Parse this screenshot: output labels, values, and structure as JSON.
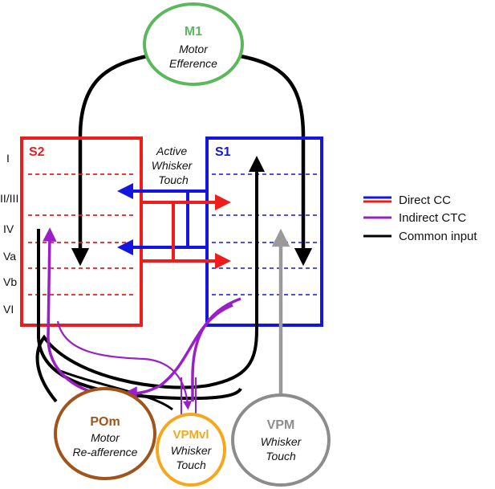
{
  "nodes": {
    "m1": {
      "name": "M1",
      "line1": "Motor",
      "line2": "Efference",
      "color": "#5cb85c"
    },
    "s2": {
      "name": "S2",
      "color": "#ee1c1c"
    },
    "s1": {
      "name": "S1",
      "color": "#1515e0"
    },
    "pom": {
      "name": "POm",
      "line1": "Motor",
      "line2": "Re-afference",
      "color": "#a0541c"
    },
    "vpmvl": {
      "name": "VPMvl",
      "line1": "Whisker",
      "line2": "Touch",
      "color": "#f5a81c"
    },
    "vpm": {
      "name": "VPM",
      "line1": "Whisker",
      "line2": "Touch",
      "color": "#8c8c8c"
    }
  },
  "layers": [
    "I",
    "II/III",
    "IV",
    "Va",
    "Vb",
    "VI"
  ],
  "center_label": {
    "line1": "Active",
    "line2": "Whisker",
    "line3": "Touch"
  },
  "legend": [
    {
      "label": "Direct CC",
      "color": "#1515e0",
      "color2": "#ee1c1c"
    },
    {
      "label": "Indirect CTC",
      "color": "#9b1fc9"
    },
    {
      "label": "Common input",
      "color": "#000000"
    }
  ]
}
